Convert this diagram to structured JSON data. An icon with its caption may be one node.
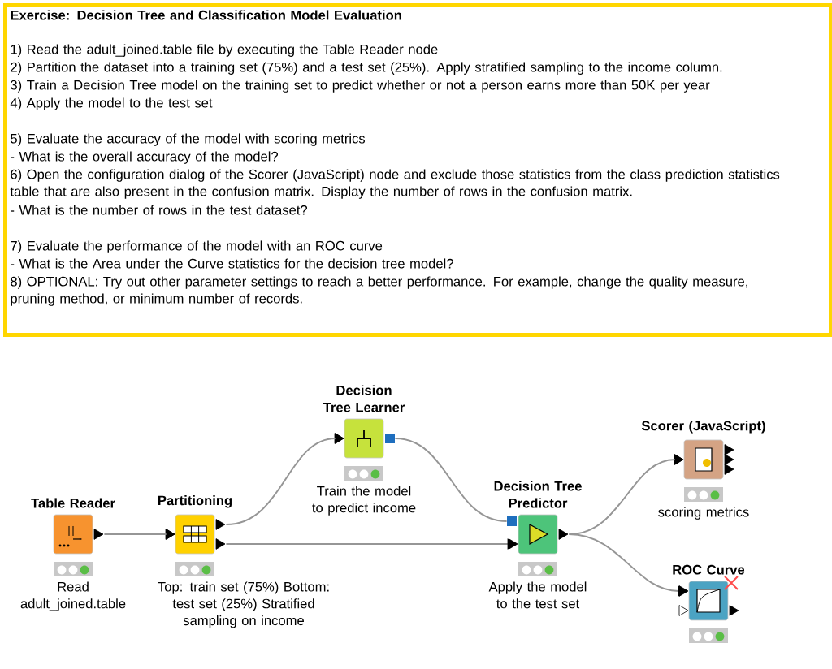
{
  "diagram": {
    "nodes": [
      {
        "text": [
          "Exercise: Decision Tree and Classification Model Evaluation",
          "1) Read the adult_joined.table file by executing the Table Reader node",
          "2) Partition the dataset into a training set (75%) and a test set (25%). Apply stratified sampling to the income column.",
          "3) Train a Decision Tree model on the training set to predict whether or not a person earns more than 50K per year",
          "4) Apply the model to the test set",
          "5) Evaluate the accuracy of the model with scoring metrics",
          "- What is the overall accuracy of the model?",
          "6) Open the configuration dialog of the Scorer (JavaScript) node and exclude those statistics from the class prediction statistics table that are also present in the confusion matrix. Display the number of rows in the confusion matrix.",
          "- What is the number of rows in the test dataset?",
          "7) Evaluate the performance of the model with an ROC curve",
          "- What is the Area under the Curve statistics for the decision tree model?",
          "8) OPTIONAL: Try out other parameter settings to reach a better performance. For example, change the quality measure, pruning method, or minimum number of records."
        ]
      },
      {
        "text": [
          "Table Reader",
          "Read adult_joined.table"
        ]
      },
      {
        "text": [
          "Partitioning",
          "Top: train set (75%) Bottom: test set (25%) Stratified sampling on income"
        ]
      },
      {
        "text": [
          "Decision Tree Learner",
          "Train the model to predict income"
        ]
      },
      {
        "text": [
          "Decision Tree Predictor",
          "Apply the model to the test set"
        ]
      },
      {
        "text": [
          "Scorer (JavaScript)",
          "scoring metrics"
        ]
      },
      {
        "text": [
          "ROC Curve"
        ]
      }
    ],
    "edges": [
      {
        "from": 1,
        "to": 2,
        "arrow": "to"
      },
      {
        "from": 2,
        "to": 3,
        "arrow": "to"
      },
      {
        "from": 2,
        "to": 4,
        "arrow": "to"
      },
      {
        "from": 3,
        "to": 4,
        "arrow": "none"
      },
      {
        "from": 4,
        "to": 5,
        "arrow": "to"
      },
      {
        "from": 4,
        "to": 6,
        "arrow": "to"
      }
    ]
  }
}
